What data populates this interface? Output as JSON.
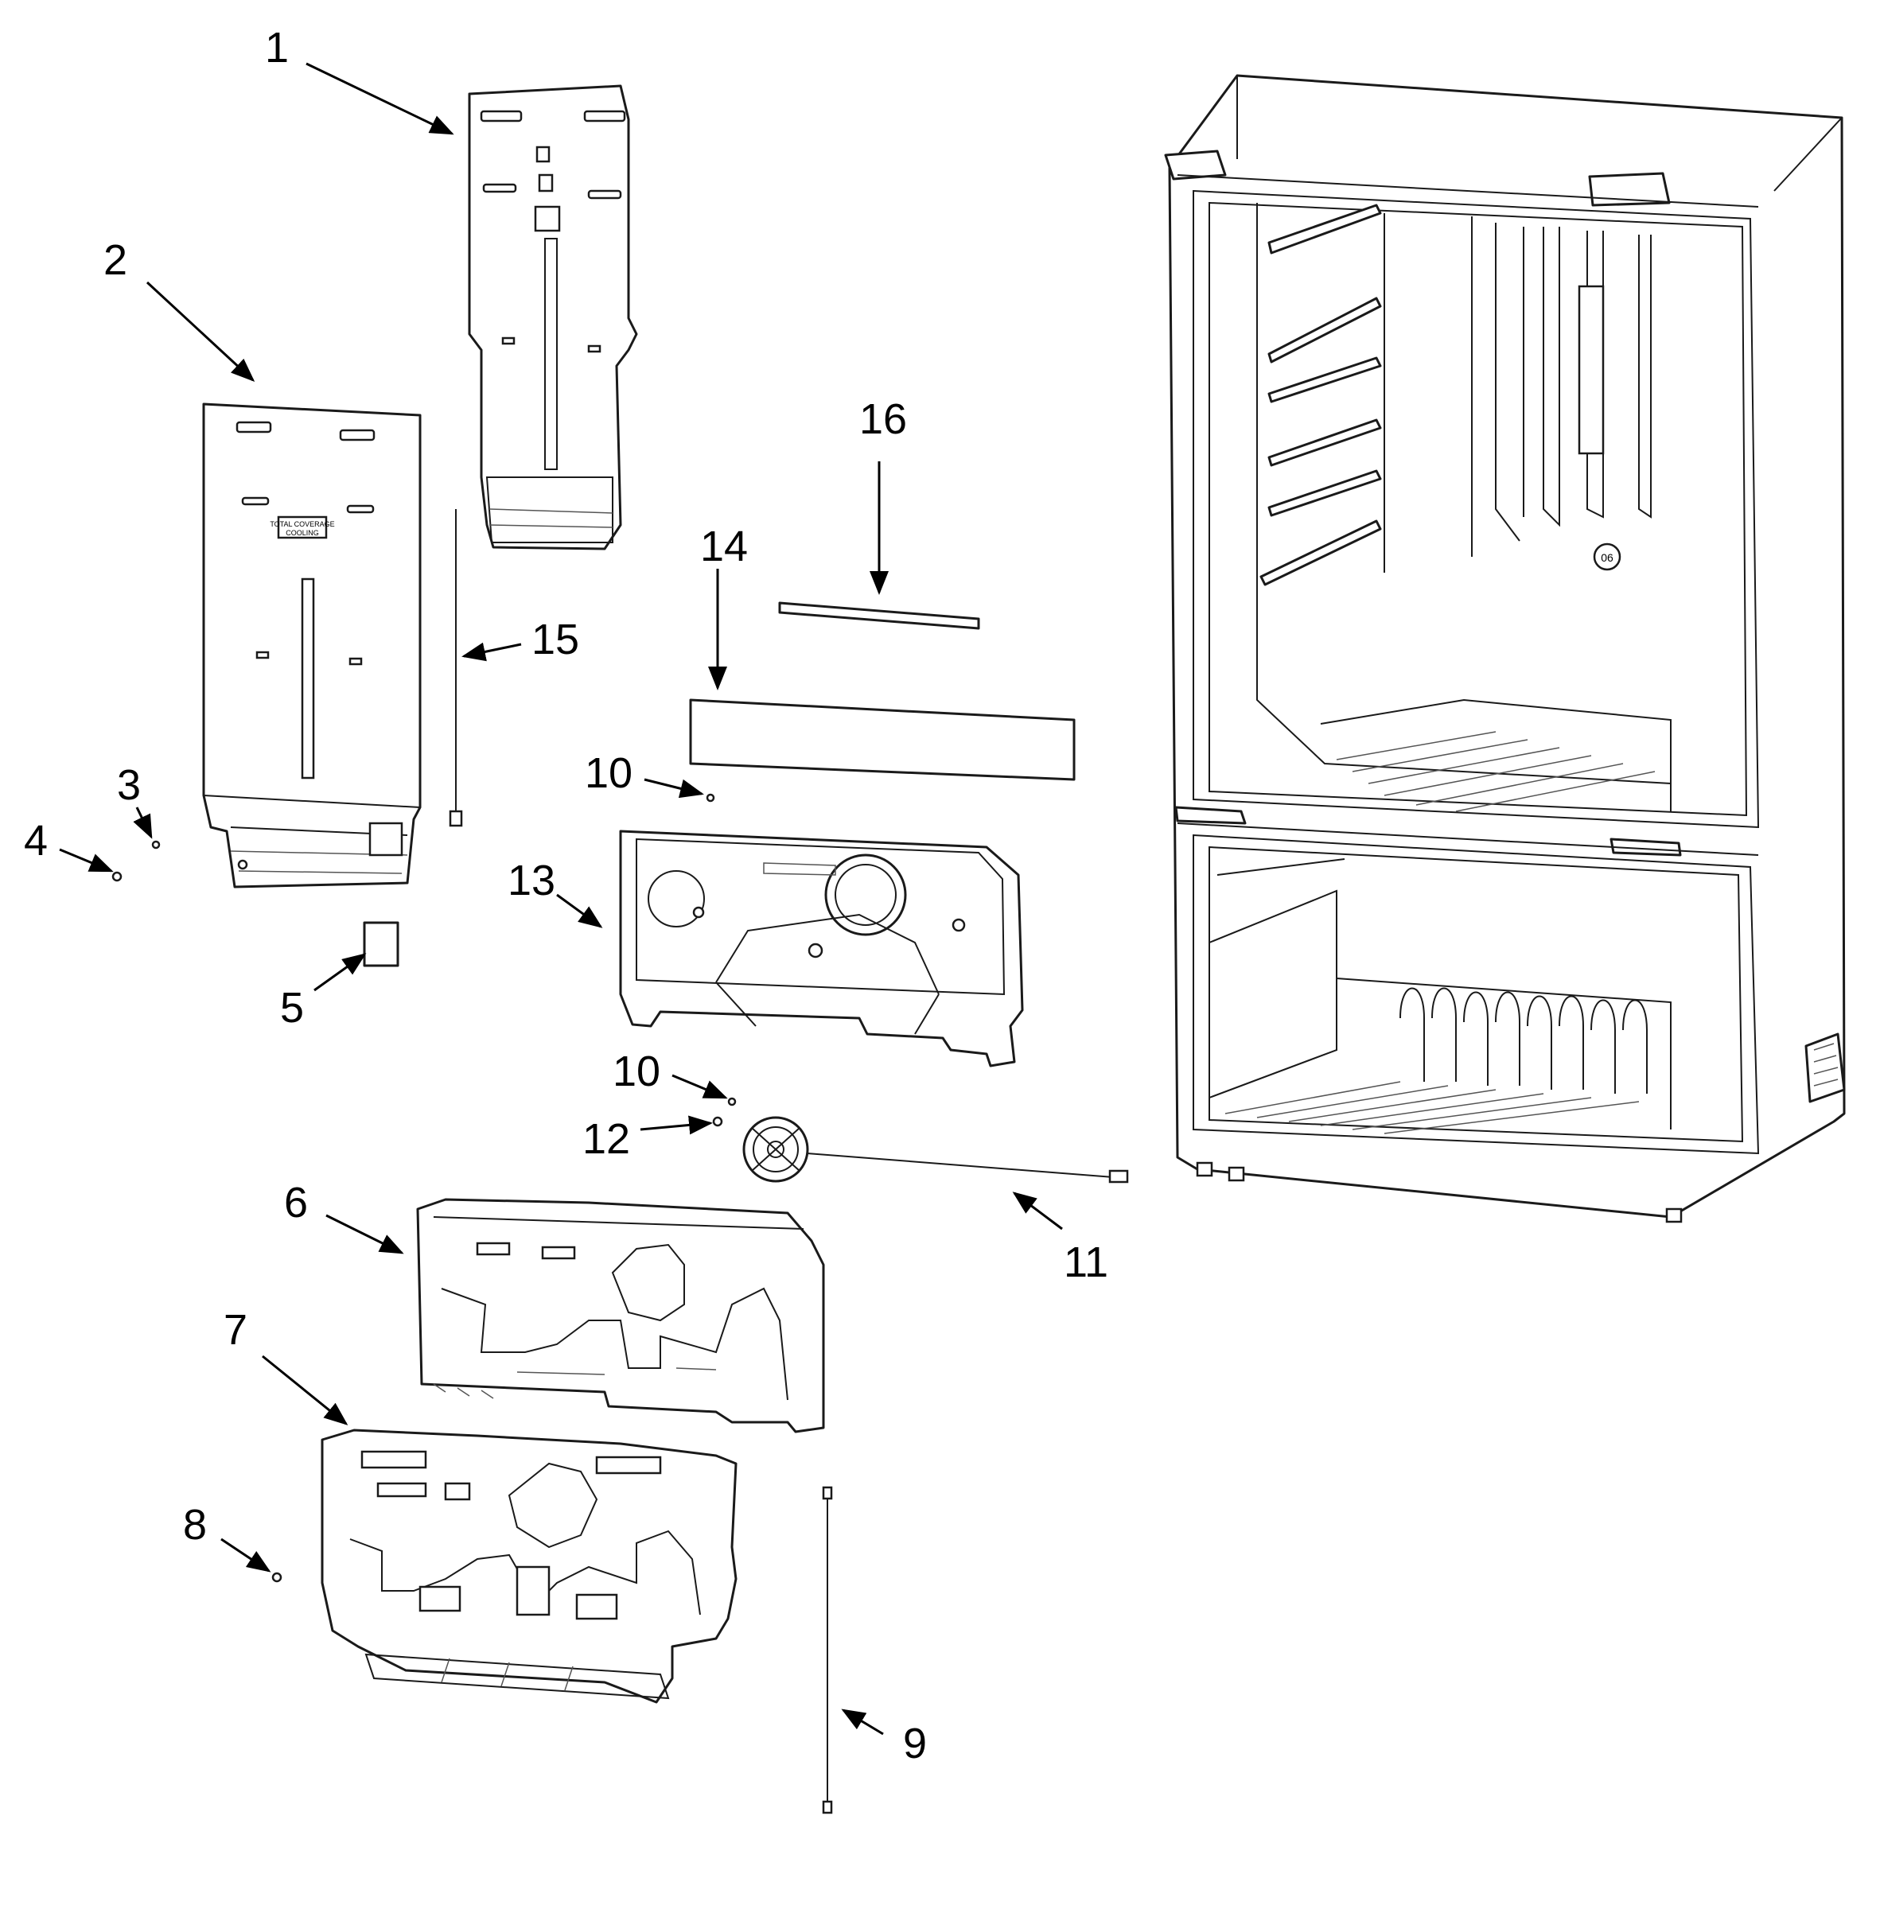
{
  "callouts": [
    {
      "id": "1",
      "label": "1"
    },
    {
      "id": "2",
      "label": "2"
    },
    {
      "id": "3",
      "label": "3"
    },
    {
      "id": "4",
      "label": "4"
    },
    {
      "id": "5",
      "label": "5"
    },
    {
      "id": "6",
      "label": "6"
    },
    {
      "id": "7",
      "label": "7"
    },
    {
      "id": "8",
      "label": "8"
    },
    {
      "id": "9",
      "label": "9"
    },
    {
      "id": "10a",
      "label": "10"
    },
    {
      "id": "10b",
      "label": "10"
    },
    {
      "id": "11",
      "label": "11"
    },
    {
      "id": "12",
      "label": "12"
    },
    {
      "id": "13",
      "label": "13"
    },
    {
      "id": "14",
      "label": "14"
    },
    {
      "id": "15",
      "label": "15"
    },
    {
      "id": "16",
      "label": "16"
    }
  ],
  "stickers": {
    "cover2_label_line1": "TOTAL COVERAGE",
    "cover2_label_line2": "COOLING",
    "cabinet_badge": "06"
  }
}
